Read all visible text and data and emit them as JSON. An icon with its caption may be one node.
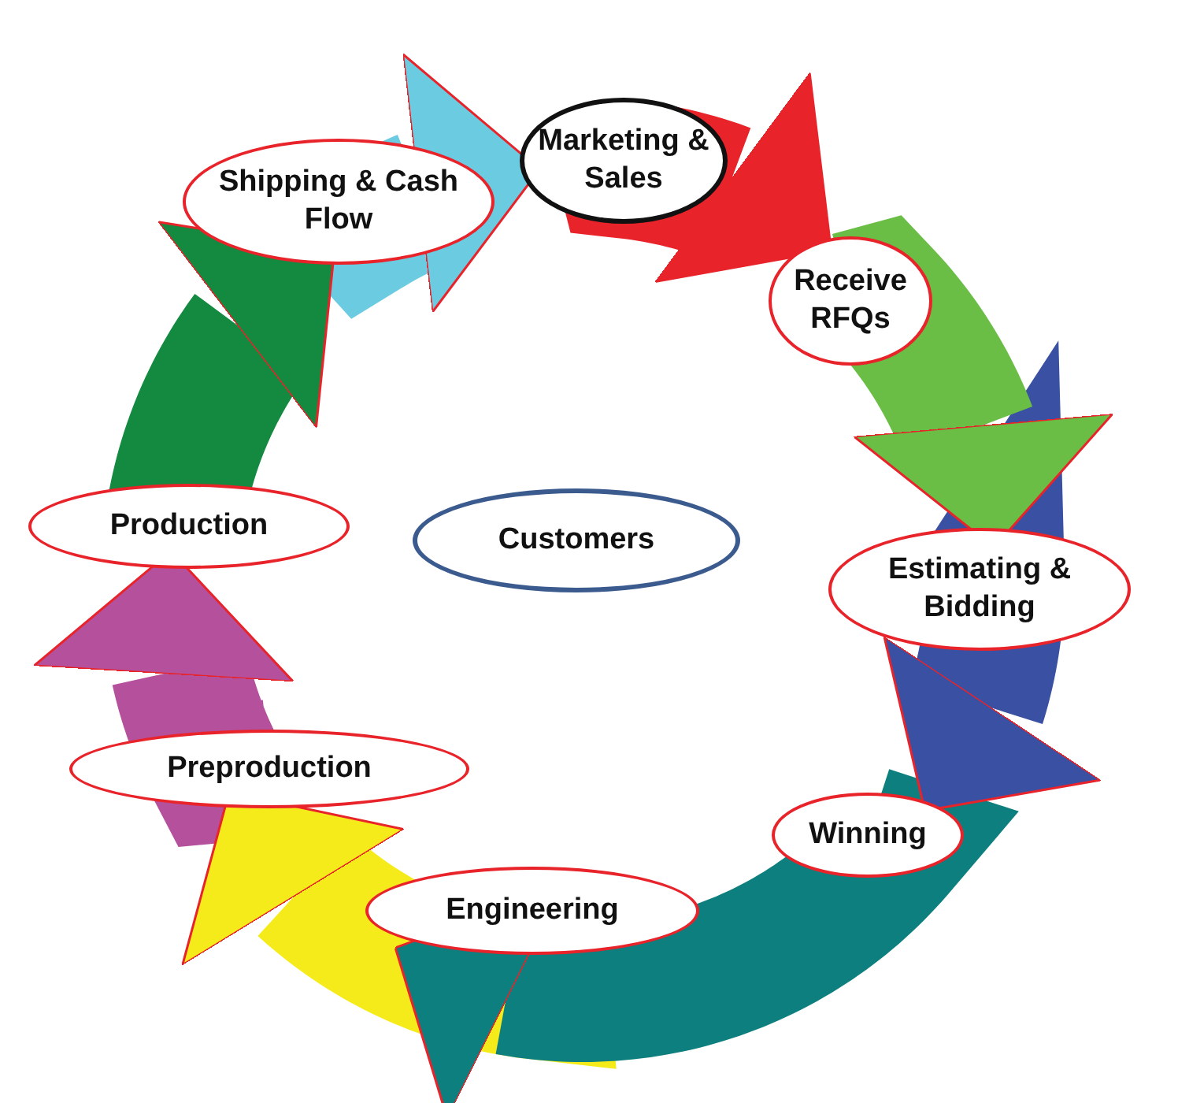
{
  "diagram": {
    "nodes": [
      {
        "text": [
          "Marketing & Sales"
        ]
      },
      {
        "text": [
          "Receive RFQs"
        ]
      },
      {
        "text": [
          "Estimating & Bidding"
        ]
      },
      {
        "text": [
          "Winning"
        ]
      },
      {
        "text": [
          "Engineering"
        ]
      },
      {
        "text": [
          "Preproduction"
        ]
      },
      {
        "text": [
          "Production"
        ]
      },
      {
        "text": [
          "Shipping & Cash Flow"
        ]
      },
      {
        "text": [
          "Customers"
        ]
      }
    ],
    "edges": [
      {
        "from": 0,
        "to": 1,
        "arrow": "to",
        "color": "#e8232a"
      },
      {
        "from": 1,
        "to": 2,
        "arrow": "to",
        "color": "#6abd45"
      },
      {
        "from": 2,
        "to": 3,
        "arrow": "to",
        "color": "#3a50a2"
      },
      {
        "from": 3,
        "to": 4,
        "arrow": "to",
        "color": "#0e7f7f"
      },
      {
        "from": 4,
        "to": 5,
        "arrow": "to",
        "color": "#f6eb1a"
      },
      {
        "from": 5,
        "to": 6,
        "arrow": "to",
        "color": "#b5509c"
      },
      {
        "from": 6,
        "to": 7,
        "arrow": "to",
        "color": "#138a3f"
      },
      {
        "from": 7,
        "to": 0,
        "arrow": "to",
        "color": "#6bcbe0"
      }
    ]
  }
}
